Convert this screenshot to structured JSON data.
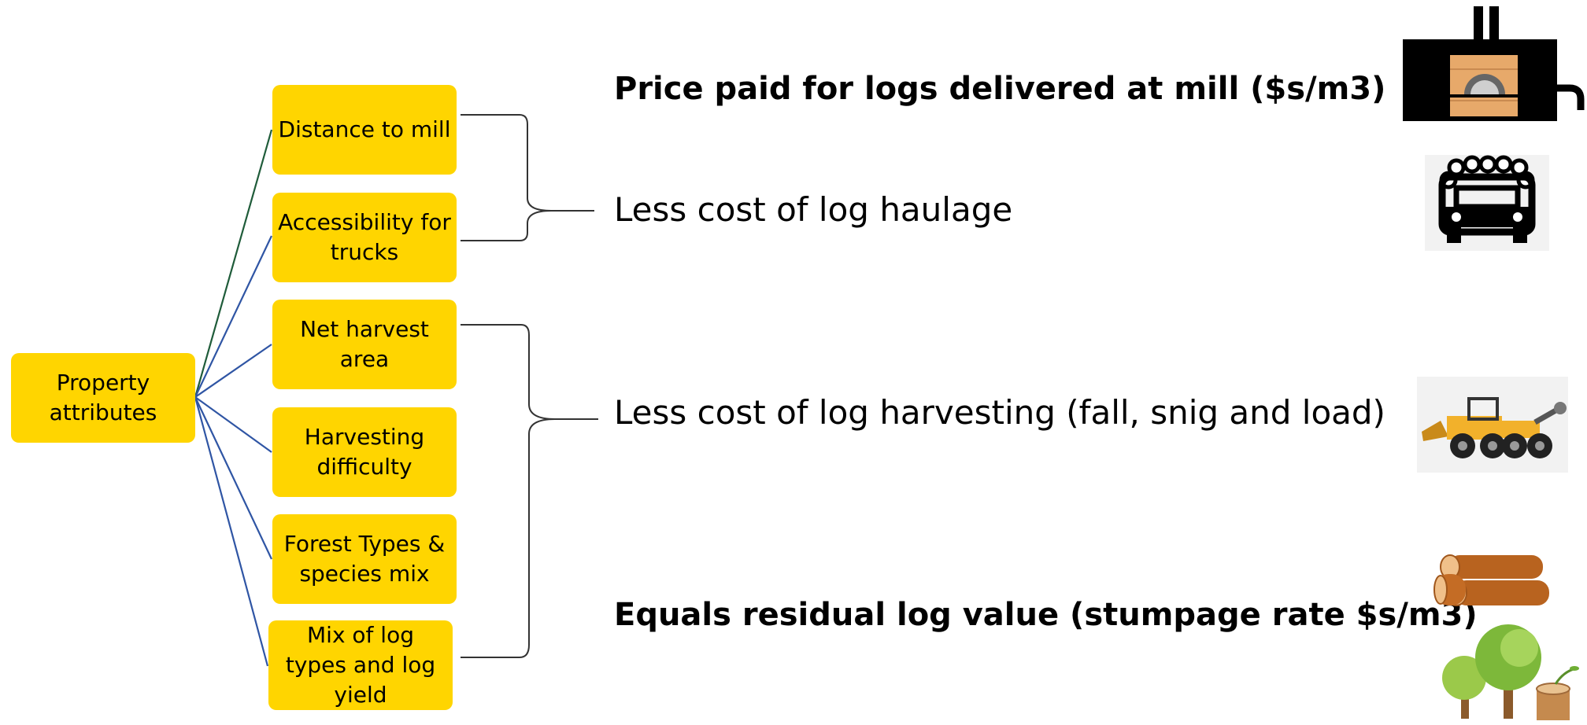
{
  "root": {
    "label": "Property attributes"
  },
  "attributes": [
    "Distance to mill",
    "Accessibility for trucks",
    "Net harvest area",
    "Harvesting difficulty",
    "Forest Types & species mix",
    "Mix of log types and log yield"
  ],
  "outcomes": {
    "price": "Price paid for logs delivered at mill ($s/m3)",
    "haulage": "Less cost of log haulage",
    "harvesting": "Less cost of log harvesting (fall, snig and load)",
    "residual": "Equals residual log value (stumpage rate $s/m3)"
  },
  "icons": [
    "sawmill-icon",
    "log-truck-icon",
    "skidder-icon",
    "logs-icon",
    "trees-stump-icon"
  ],
  "colors": {
    "box": "#FFD500",
    "connector_dark": "#1F5C3A",
    "connector": "#2F55A4",
    "bracket": "#333333"
  }
}
